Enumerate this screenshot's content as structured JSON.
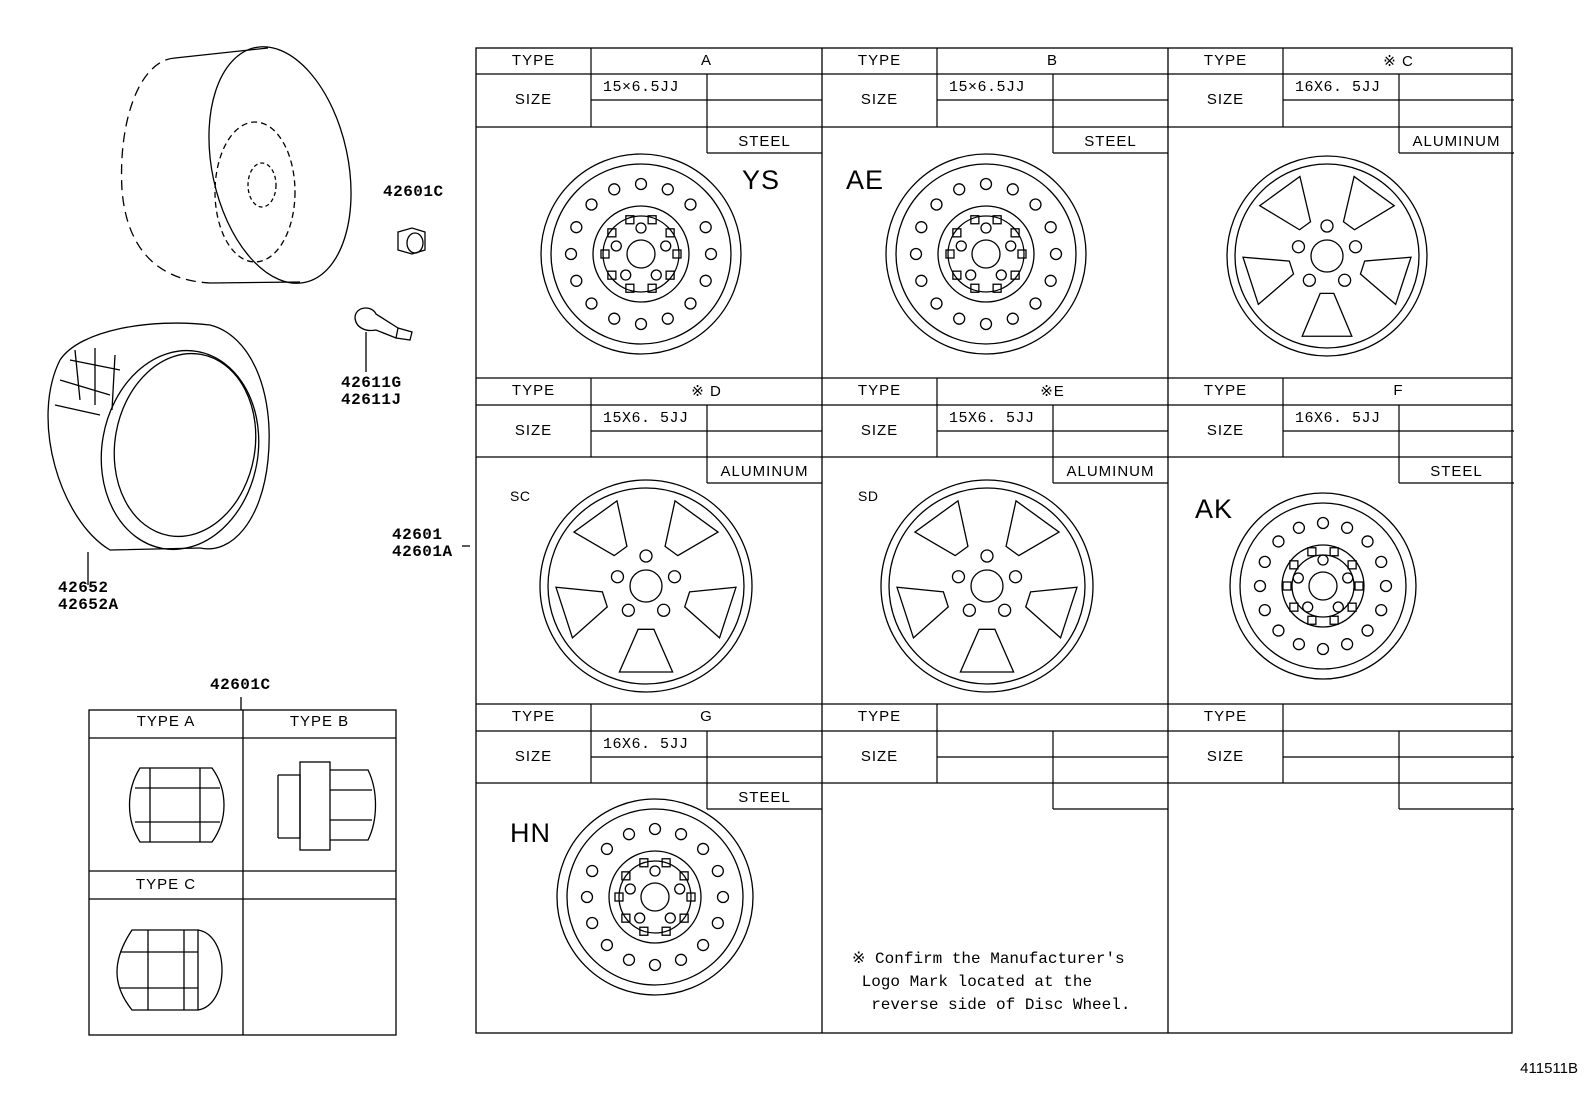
{
  "part_numbers": {
    "nut_top": "42601C",
    "valve": [
      "42611G",
      "42611J"
    ],
    "tire": [
      "42652",
      "42652A"
    ],
    "wheel": [
      "42601",
      "42601A"
    ],
    "nut_table": "42601C"
  },
  "headers": {
    "type": "TYPE",
    "size": "SIZE"
  },
  "wheels": [
    {
      "type": "A",
      "size": "15×6.5JJ",
      "material": "STEEL",
      "mark": "YS"
    },
    {
      "type": "B",
      "size": "15×6.5JJ",
      "material": "STEEL",
      "mark": "AE"
    },
    {
      "type": "※ C",
      "size": "16X6. 5JJ",
      "material": "ALUMINUM",
      "mark": ""
    },
    {
      "type": "※ D",
      "size": "15X6. 5JJ",
      "material": "ALUMINUM",
      "mark": "SC"
    },
    {
      "type": "※E",
      "size": "15X6. 5JJ",
      "material": "ALUMINUM",
      "mark": "SD"
    },
    {
      "type": "F",
      "size": "16X6. 5JJ",
      "material": "STEEL",
      "mark": "AK"
    },
    {
      "type": "G",
      "size": "16X6. 5JJ",
      "material": "STEEL",
      "mark": "HN"
    },
    {
      "type": "",
      "size": "",
      "material": "",
      "mark": ""
    },
    {
      "type": "",
      "size": "",
      "material": "",
      "mark": ""
    }
  ],
  "nut_types": [
    "TYPE A",
    "TYPE B",
    "TYPE C"
  ],
  "note": "※ Confirm the Manufacturer's\n Logo Mark located at the\n  reverse side of Disc Wheel.",
  "ref_code": "411511B"
}
